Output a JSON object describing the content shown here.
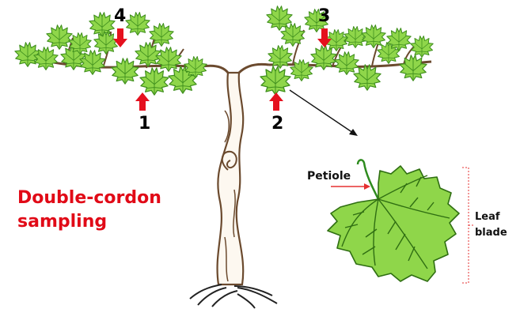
{
  "title": {
    "line1": "Double-cordon",
    "line2": "sampling"
  },
  "positions": [
    {
      "label": "1",
      "arrow": "up"
    },
    {
      "label": "2",
      "arrow": "up"
    },
    {
      "label": "3",
      "arrow": "down"
    },
    {
      "label": "4",
      "arrow": "down"
    }
  ],
  "leaf": {
    "petiole_label": "Petiole",
    "blade_label_line1": "Leaf",
    "blade_label_line2": "blade"
  },
  "colors": {
    "title": "#e10a17",
    "arrow": "#e5101e",
    "leaf_fill": "#8fd64a",
    "leaf_dark": "#4a9b22",
    "trunk": "#6b4a2e",
    "petiole": "#2e8b1e",
    "bracket": "#e53030"
  }
}
